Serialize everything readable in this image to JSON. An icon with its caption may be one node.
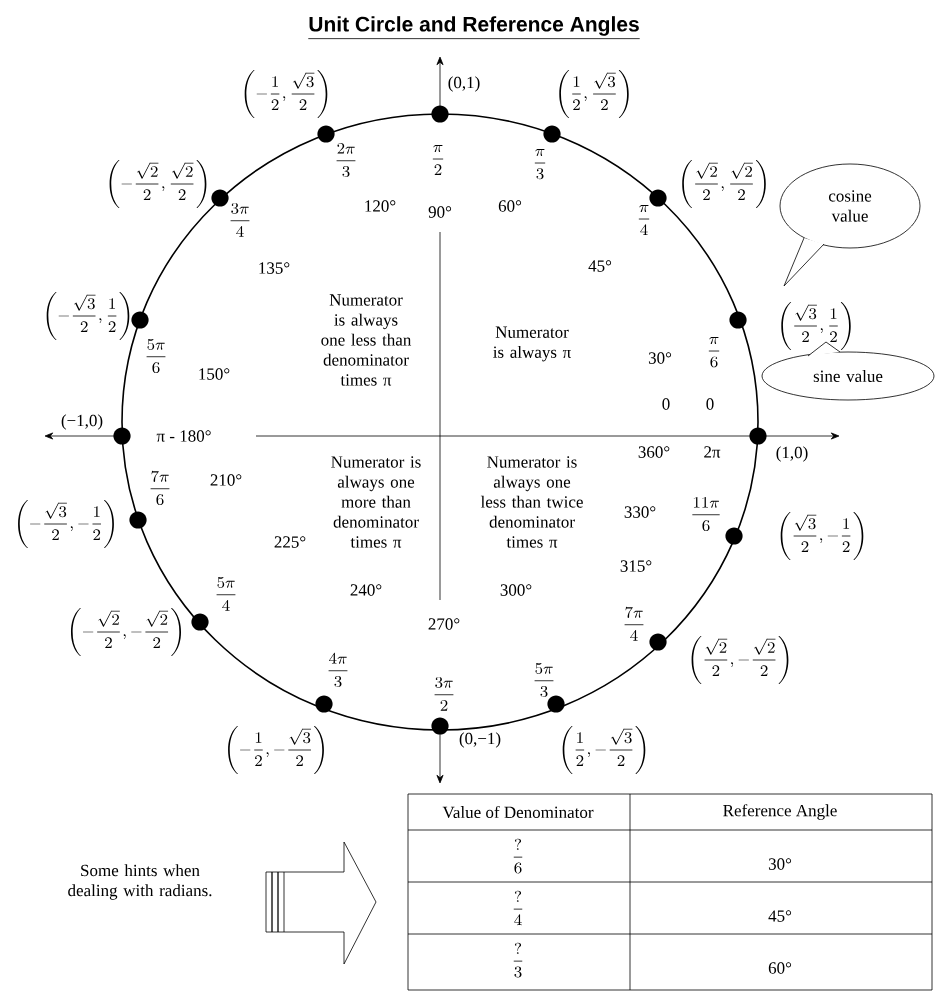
{
  "diagram": {
    "title": "Unit Circle and Reference Angles",
    "nodes": [
      {
        "text": [
          "cosine value"
        ]
      },
      {
        "text": [
          "sine value"
        ]
      }
    ],
    "labels": [
      "(0,1)",
      "\\left(-\\frac{1}{2},\\frac{\\sqrt{3}}{2}\\right)",
      "\\left(\\frac{1}{2},\\frac{\\sqrt{3}}{2}\\right)",
      "\\frac{2\\pi}{3}",
      "\\frac{\\pi}{2}",
      "\\frac{\\pi}{3}",
      "\\left(-\\frac{\\sqrt{2}}{2},\\frac{\\sqrt{2}}{2}\\right)",
      "\\left(\\frac{\\sqrt{2}}{2},\\frac{\\sqrt{2}}{2}\\right)",
      "120°",
      "90°",
      "60°",
      "\\frac{3\\pi}{4}",
      "\\frac{\\pi}{4}",
      "135°",
      "45°",
      "Numerator is always one less than denominator times π",
      "Numerator is always π",
      "\\left(-\\frac{\\sqrt{3}}{2},\\frac{1}{2}\\right)",
      "\\frac{5\\pi}{6}",
      "150°",
      "30°",
      "\\frac{\\pi}{6}",
      "\\left(\\frac{\\sqrt{3}}{2},\\frac{1}{2}\\right)",
      "0",
      "0",
      "(−1,0)",
      "π - 180°",
      "360°",
      "2π",
      "(1,0)",
      "210°",
      "Numerator is always one more than denominator times π",
      "Numerator is always one less than twice denominator times π",
      "\\frac{7\\pi}{6}",
      "\\left(-\\frac{\\sqrt{3}}{2},-\\frac{1}{2}\\right)",
      "330°",
      "\\frac{11\\pi}{6}",
      "\\left(\\frac{\\sqrt{3}}{2},-\\frac{1}{2}\\right)",
      "225°",
      "315°",
      "\\frac{5\\pi}{4}",
      "240°",
      "300°",
      "\\left(-\\frac{\\sqrt{2}}{2},-\\frac{\\sqrt{2}}{2}\\right)",
      "270°",
      "\\frac{7\\pi}{4}",
      "\\frac{4\\pi}{3}",
      "\\frac{3\\pi}{2}",
      "\\frac{5\\pi}{3}",
      "\\left(\\frac{\\sqrt{2}}{2},-\\frac{\\sqrt{2}}{2}\\right)",
      "\\left(-\\frac{1}{2},-\\frac{\\sqrt{3}}{2}\\right)",
      "(0,−1)",
      "\\left(\\frac{1}{2},-\\frac{\\sqrt{3}}{2}\\right)",
      "Some hints when dealing with radians.",
      "Value of Denominator",
      "Reference Angle",
      "\\frac{?}{6}",
      "30°",
      "\\frac{?}{4}",
      "45°",
      "\\frac{?}{3}",
      "60°"
    ]
  }
}
